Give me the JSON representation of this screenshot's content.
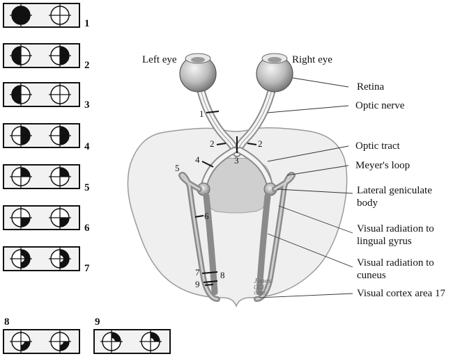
{
  "labels": {
    "left_eye": "Left eye",
    "right_eye": "Right eye",
    "retina": "Retina",
    "optic_nerve": "Optic nerve",
    "optic_tract": "Optic tract",
    "meyers_loop": "Meyer's loop",
    "lgb_1": "Lateral geniculate",
    "lgb_2": "body",
    "vr_lingual_1": "Visual radiation to",
    "vr_lingual_2": "lingual gyrus",
    "vr_cuneus_1": "Visual radiation to",
    "vr_cuneus_2": "cuneus",
    "visual_cortex": "Visual cortex area 17"
  },
  "lesion_numbers": {
    "n1": "1",
    "n2_left": "2",
    "n2_right": "2",
    "n3": "3",
    "n4": "4",
    "n5": "5",
    "n6": "6",
    "n7": "7",
    "n8": "8",
    "n9": "9"
  },
  "visual_field_panels": [
    {
      "number": "1",
      "left_field": "full",
      "right_field": "none"
    },
    {
      "number": "2",
      "left_field": "left-half",
      "right_field": "right-half"
    },
    {
      "number": "3",
      "left_field": "left-half",
      "right_field": "none"
    },
    {
      "number": "4",
      "left_field": "right-half",
      "right_field": "right-half"
    },
    {
      "number": "5",
      "left_field": "upper-right",
      "right_field": "upper-right"
    },
    {
      "number": "6",
      "left_field": "lower-right",
      "right_field": "lower-right"
    },
    {
      "number": "7",
      "left_field": "right-half-macular-sparing",
      "right_field": "right-half-macular-sparing"
    },
    {
      "number": "8",
      "left_field": "lower-right-macular-sparing",
      "right_field": "lower-right-macular-sparing"
    },
    {
      "number": "9",
      "left_field": "upper-right-macular-sparing",
      "right_field": "upper-right-macular-sparing"
    }
  ],
  "signature": {
    "line1": "Jones",
    "line2": "CCF",
    "line3": "©2002"
  },
  "colors": {
    "field_defect": "#111111",
    "pathway": "#8c8c8c",
    "brain": "#efefef"
  }
}
